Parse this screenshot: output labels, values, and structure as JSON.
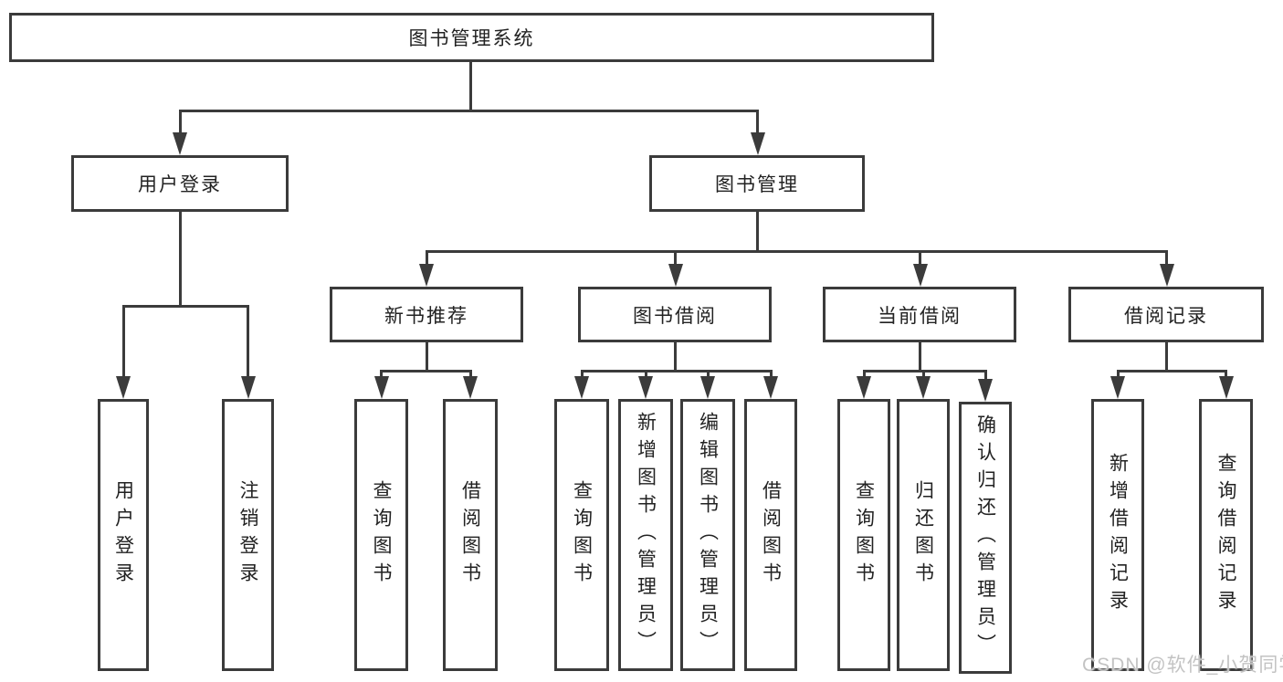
{
  "diagram": {
    "root": {
      "label": "图书管理系统",
      "children": [
        {
          "label": "用户登录",
          "children": [
            {
              "label": "用户登录"
            },
            {
              "label": "注销登录"
            }
          ]
        },
        {
          "label": "图书管理",
          "children": [
            {
              "label": "新书推荐",
              "children": [
                {
                  "label": "查询图书"
                },
                {
                  "label": "借阅图书"
                }
              ]
            },
            {
              "label": "图书借阅",
              "children": [
                {
                  "label": "查询图书"
                },
                {
                  "label": "新增图书（管理员）"
                },
                {
                  "label": "编辑图书（管理员）"
                },
                {
                  "label": "借阅图书"
                }
              ]
            },
            {
              "label": "当前借阅",
              "children": [
                {
                  "label": "查询图书"
                },
                {
                  "label": "归还图书"
                },
                {
                  "label": "确认归还（管理员）"
                }
              ]
            },
            {
              "label": "借阅记录",
              "children": [
                {
                  "label": "新增借阅记录"
                },
                {
                  "label": "查询借阅记录"
                }
              ]
            }
          ]
        }
      ]
    }
  },
  "watermark": {
    "text": "CSDN @软件_小贺同学"
  },
  "colors": {
    "line": "#3b3b3b",
    "text": "#222222",
    "watermark": "#c3c3c3",
    "background": "#ffffff"
  }
}
